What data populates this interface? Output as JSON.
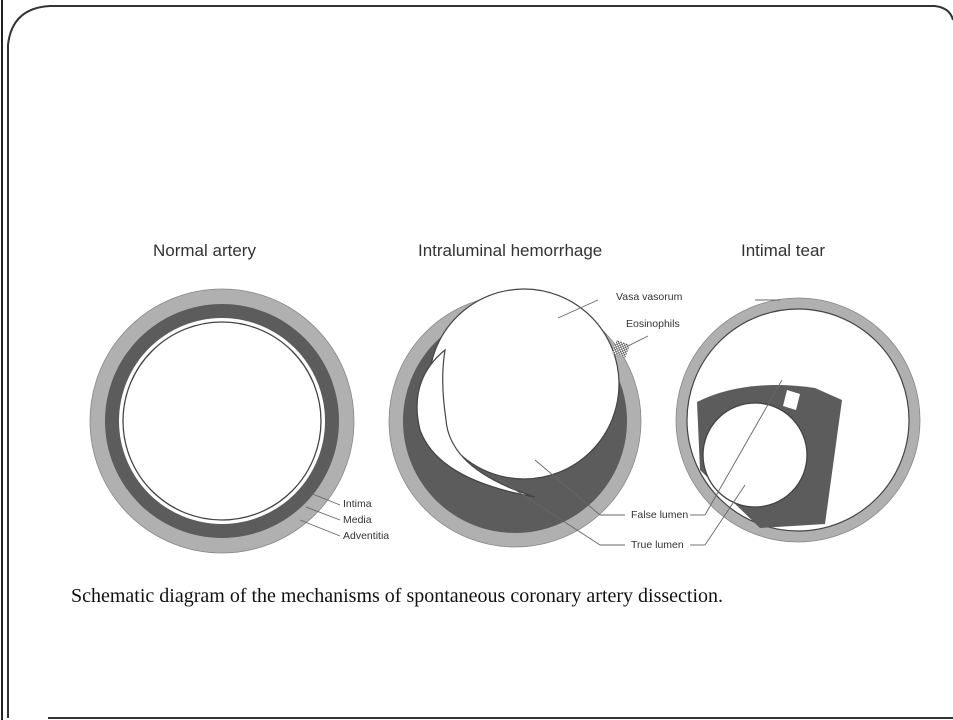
{
  "diagram": {
    "titles": {
      "normal": "Normal artery",
      "hemorrhage": "Intraluminal hemorrhage",
      "tear": "Intimal tear"
    },
    "labels": {
      "intima": "Intima",
      "media": "Media",
      "adventitia": "Adventitia",
      "vasa_vasorum": "Vasa vasorum",
      "eosinophils": "Eosinophils",
      "false_lumen": "False lumen",
      "true_lumen": "True lumen"
    },
    "colors": {
      "adventitia": "#b0b0b0",
      "media": "#5c5c5c",
      "frame": "#333333"
    }
  },
  "caption": "Schematic diagram of the mechanisms of spontaneous coronary artery dissection."
}
